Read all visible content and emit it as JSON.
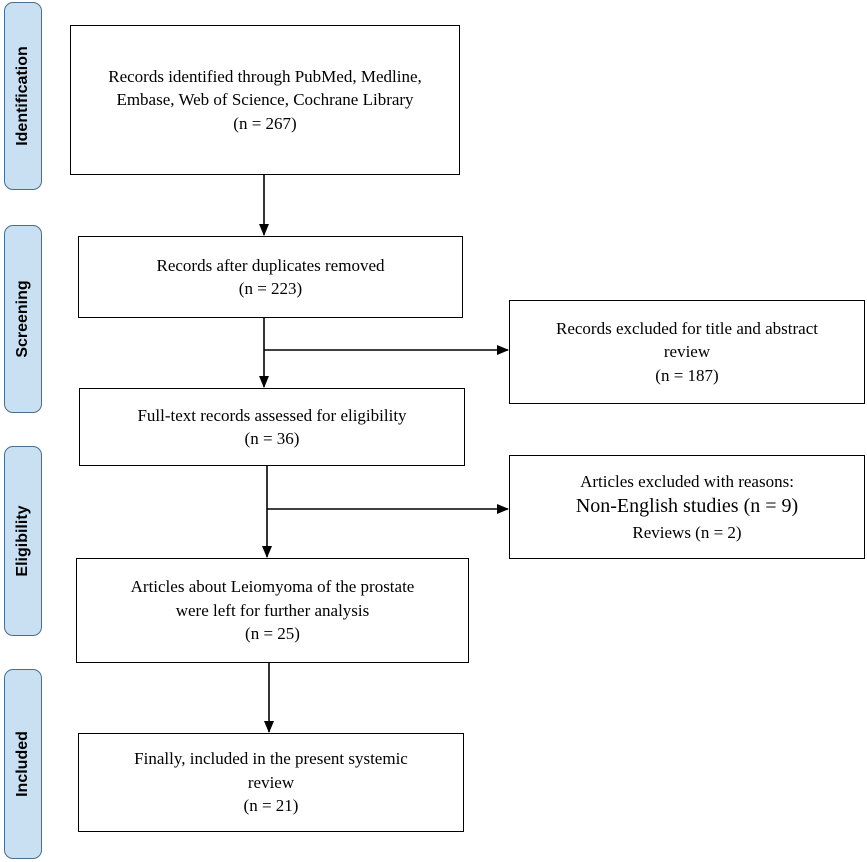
{
  "phases": [
    {
      "id": "identification",
      "label": "Identification"
    },
    {
      "id": "screening",
      "label": "Screening"
    },
    {
      "id": "eligibility",
      "label": "Eligibility"
    },
    {
      "id": "included",
      "label": "Included"
    }
  ],
  "boxes": {
    "records_identified": {
      "line1": "Records identified through PubMed, Medline,",
      "line2": "Embase, Web of Science, Cochrane Library",
      "count": "(n = 267)"
    },
    "duplicates_removed": {
      "line1": "Records after duplicates removed",
      "count": "(n = 223)"
    },
    "excluded_title_abstract": {
      "line1": "Records excluded for title and abstract",
      "line2": "review",
      "count": "(n = 187)"
    },
    "fulltext_assessed": {
      "line1": "Full-text records assessed for eligibility",
      "count": "(n = 36)"
    },
    "excluded_reasons": {
      "line1": "Articles excluded with reasons:",
      "line2": "Non-English studies (n = 9)",
      "line3": "Reviews (n = 2)"
    },
    "further_analysis": {
      "line1": "Articles about Leiomyoma of the prostate",
      "line2": "were left for further analysis",
      "count": "(n = 25)"
    },
    "included_final": {
      "line1": "Finally, included in the present systemic",
      "line2": "review",
      "count": "(n = 21)"
    }
  }
}
